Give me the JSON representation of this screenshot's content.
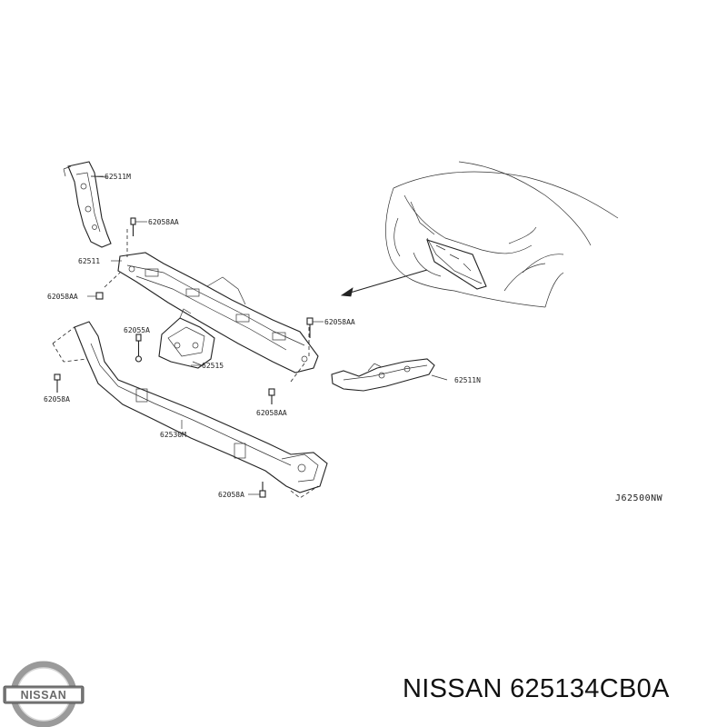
{
  "diagram": {
    "callouts": [
      {
        "id": "c1",
        "text": "62511M"
      },
      {
        "id": "c2",
        "text": "62058AA"
      },
      {
        "id": "c3",
        "text": "62511"
      },
      {
        "id": "c4",
        "text": "62058AA"
      },
      {
        "id": "c5",
        "text": "62058AA"
      },
      {
        "id": "c6",
        "text": "62055A"
      },
      {
        "id": "c7",
        "text": "62515"
      },
      {
        "id": "c8",
        "text": "62058A"
      },
      {
        "id": "c9",
        "text": "62058AA"
      },
      {
        "id": "c10",
        "text": "62511N"
      },
      {
        "id": "c11",
        "text": "62530M"
      },
      {
        "id": "c12",
        "text": "62058A"
      }
    ],
    "diagram_code": "J62500NW"
  },
  "brand": {
    "logo_text": "NISSAN",
    "caption": "NISSAN 625134CB0A"
  }
}
